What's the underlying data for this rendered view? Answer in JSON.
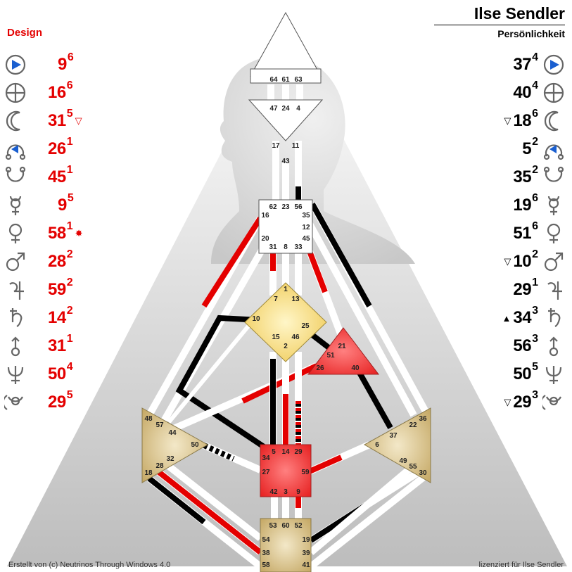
{
  "header": {
    "name": "Ilse Sendler",
    "personality_label": "Persönlichkeit",
    "design_label": "Design"
  },
  "footer": {
    "left": "Erstellt von (c) Neutrinos Through Windows 4.0",
    "right": "lizenziert für Ilse Sendler"
  },
  "colors": {
    "red": "#e40000",
    "black": "#000000",
    "white": "#ffffff",
    "yellow": "#f5d77a",
    "tan": "#d2b877",
    "red_center": "#f04040",
    "blue": "#1a5fd0"
  },
  "design": [
    {
      "planet": "sun-icon",
      "gate": "9",
      "line": "6",
      "marker": ""
    },
    {
      "planet": "earth-icon",
      "gate": "16",
      "line": "6",
      "marker": ""
    },
    {
      "planet": "moon-icon",
      "gate": "31",
      "line": "5",
      "marker": "▽"
    },
    {
      "planet": "north-node-icon",
      "gate": "26",
      "line": "1",
      "marker": ""
    },
    {
      "planet": "south-node-icon",
      "gate": "45",
      "line": "1",
      "marker": ""
    },
    {
      "planet": "mercury-icon",
      "gate": "9",
      "line": "5",
      "marker": ""
    },
    {
      "planet": "venus-icon",
      "gate": "58",
      "line": "1",
      "marker": "✸"
    },
    {
      "planet": "mars-icon",
      "gate": "28",
      "line": "2",
      "marker": ""
    },
    {
      "planet": "jupiter-icon",
      "gate": "59",
      "line": "2",
      "marker": ""
    },
    {
      "planet": "saturn-icon",
      "gate": "14",
      "line": "2",
      "marker": ""
    },
    {
      "planet": "uranus-icon",
      "gate": "31",
      "line": "1",
      "marker": ""
    },
    {
      "planet": "neptune-icon",
      "gate": "50",
      "line": "4",
      "marker": ""
    },
    {
      "planet": "pluto-icon",
      "gate": "29",
      "line": "5",
      "marker": ""
    }
  ],
  "personality": [
    {
      "planet": "sun-icon",
      "gate": "37",
      "line": "4",
      "marker": ""
    },
    {
      "planet": "earth-icon",
      "gate": "40",
      "line": "4",
      "marker": ""
    },
    {
      "planet": "moon-icon",
      "gate": "18",
      "line": "6",
      "marker": "▽"
    },
    {
      "planet": "north-node-icon",
      "gate": "5",
      "line": "2",
      "marker": ""
    },
    {
      "planet": "south-node-icon",
      "gate": "35",
      "line": "2",
      "marker": ""
    },
    {
      "planet": "mercury-icon",
      "gate": "19",
      "line": "6",
      "marker": ""
    },
    {
      "planet": "venus-icon",
      "gate": "51",
      "line": "6",
      "marker": ""
    },
    {
      "planet": "mars-icon",
      "gate": "10",
      "line": "2",
      "marker": "▽"
    },
    {
      "planet": "jupiter-icon",
      "gate": "29",
      "line": "1",
      "marker": ""
    },
    {
      "planet": "saturn-icon",
      "gate": "34",
      "line": "3",
      "marker": "▲"
    },
    {
      "planet": "uranus-icon",
      "gate": "56",
      "line": "3",
      "marker": ""
    },
    {
      "planet": "neptune-icon",
      "gate": "50",
      "line": "5",
      "marker": ""
    },
    {
      "planet": "pluto-icon",
      "gate": "29",
      "line": "3",
      "marker": "▽"
    }
  ],
  "centers": {
    "head": [
      "64",
      "61",
      "63"
    ],
    "ajna": [
      "47",
      "24",
      "4",
      "17",
      "11",
      "43"
    ],
    "throat": [
      "62",
      "23",
      "56",
      "16",
      "35",
      "12",
      "20",
      "45",
      "31",
      "8",
      "33"
    ],
    "g": [
      "1",
      "7",
      "13",
      "10",
      "25",
      "15",
      "46",
      "2"
    ],
    "heart": [
      "21",
      "51",
      "26",
      "40"
    ],
    "spleen": [
      "48",
      "57",
      "44",
      "50",
      "32",
      "28",
      "18"
    ],
    "sacral": [
      "5",
      "14",
      "29",
      "34",
      "27",
      "59",
      "42",
      "3",
      "9"
    ],
    "solar": [
      "36",
      "22",
      "37",
      "6",
      "49",
      "55",
      "30"
    ],
    "root": [
      "53",
      "60",
      "52",
      "54",
      "19",
      "38",
      "39",
      "58",
      "41"
    ]
  }
}
